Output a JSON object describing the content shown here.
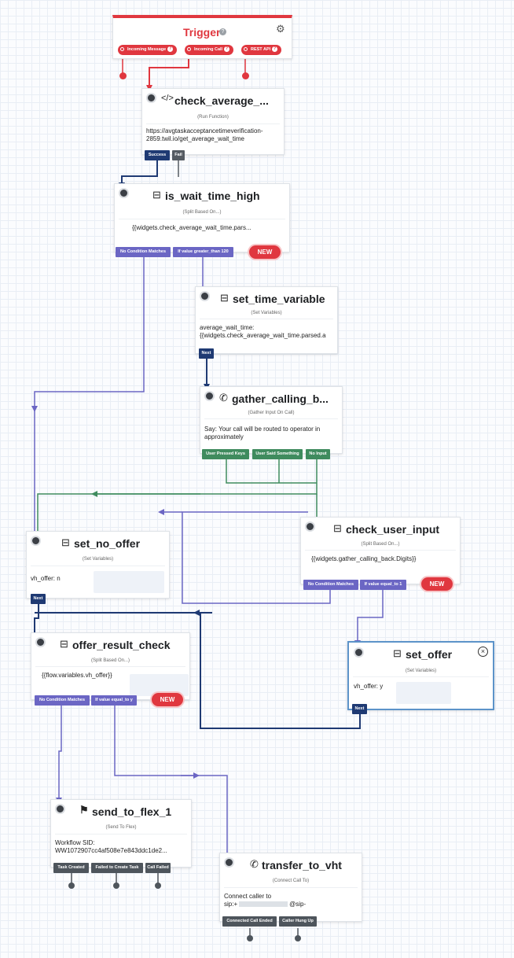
{
  "colors": {
    "red": "#e0373f",
    "blue": "#1f3a73",
    "purple": "#6b66c4",
    "green": "#3f8b5e",
    "grey": "#555b62"
  },
  "trigger": {
    "title": "Trigger",
    "help_icon": "question-icon",
    "settings_icon": "gears-icon",
    "pills": [
      "Incoming Message",
      "Incoming Call",
      "REST API"
    ]
  },
  "check_average": {
    "icon": "code-icon",
    "title": "check_average_...",
    "subtitle": "(Run Function)",
    "body": [
      "https://avgtaskacceptancetimeverification-",
      "2859.twil.io/get_average_wait_time"
    ],
    "ports": [
      "Success",
      "Fail"
    ]
  },
  "is_wait_time_high": {
    "icon": "split-icon",
    "title": "is_wait_time_high",
    "subtitle": "(Split Based On...)",
    "body": "{{widgets.check_average_wait_time.pars...",
    "ports": [
      "No Condition Matches",
      "If value greater_than 120"
    ],
    "badge": "NEW"
  },
  "set_time_variable": {
    "icon": "variables-icon",
    "title": "set_time_variable",
    "subtitle": "(Set Variables)",
    "body": [
      "average_wait_time:",
      "{{widgets.check_average_wait_time.parsed.a"
    ],
    "ports": [
      "Next"
    ]
  },
  "gather_calling": {
    "icon": "phone-icon",
    "title": "gather_calling_b...",
    "subtitle": "(Gather Input On Call)",
    "body": [
      "Say: Your call will be routed to operator in",
      "approximately"
    ],
    "ports": [
      "User Pressed Keys",
      "User Said Something",
      "No Input"
    ]
  },
  "set_no_offer": {
    "icon": "variables-icon",
    "title": "set_no_offer",
    "subtitle": "(Set Variables)",
    "body": "vh_offer: n",
    "ports": [
      "Next"
    ]
  },
  "check_user_input": {
    "icon": "split-icon",
    "title": "check_user_input",
    "subtitle": "(Split Based On...)",
    "body": "{{widgets.gather_calling_back.Digits}}",
    "ports": [
      "No Condition Matches",
      "If value equal_to 1"
    ],
    "badge": "NEW"
  },
  "offer_result_check": {
    "icon": "split-icon",
    "title": "offer_result_check",
    "subtitle": "(Split Based On...)",
    "body": "{{flow.variables.vh_offer}}",
    "ports": [
      "No Condition Matches",
      "If value equal_to y"
    ],
    "badge": "NEW"
  },
  "set_offer": {
    "icon": "variables-icon",
    "title": "set_offer",
    "subtitle": "(Set Variables)",
    "body": "vh_offer: y",
    "ports": [
      "Next"
    ],
    "close_icon": "close-icon"
  },
  "send_to_flex": {
    "icon": "flex-icon",
    "title": "send_to_flex_1",
    "subtitle": "(Send To Flex)",
    "body": [
      "Workflow SID:",
      "WW1072907cc4af508e7e843ddc1de2..."
    ],
    "ports": [
      "Task Created",
      "Failed to Create Task",
      "Call Failed"
    ]
  },
  "transfer_to_vht": {
    "icon": "phone-icon",
    "title": "transfer_to_vht",
    "subtitle": "(Connect Call To)",
    "body": [
      "Connect caller to",
      "sip:+",
      "@sip-"
    ],
    "ports": [
      "Connected Call Ended",
      "Caller Hung Up"
    ]
  }
}
